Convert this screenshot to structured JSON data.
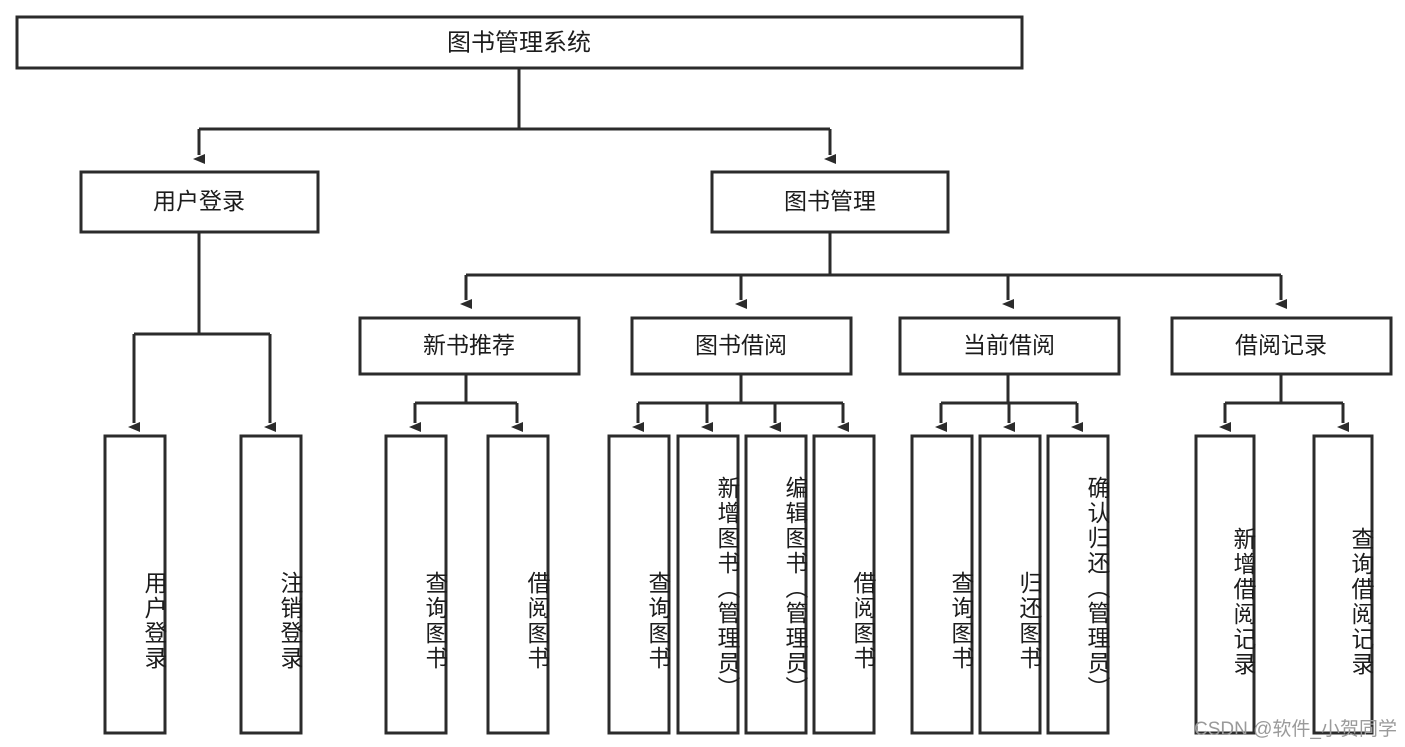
{
  "diagram": {
    "type": "tree-hierarchy",
    "title": "图书管理系统",
    "root": {
      "id": "root",
      "label": "图书管理系统",
      "orientation": "horizontal"
    },
    "level2": [
      {
        "id": "user-login",
        "label": "用户登录",
        "orientation": "horizontal"
      },
      {
        "id": "book-manage",
        "label": "图书管理",
        "orientation": "horizontal"
      }
    ],
    "level3": [
      {
        "id": "new-book-recommend",
        "label": "新书推荐",
        "orientation": "horizontal",
        "parent": "book-manage"
      },
      {
        "id": "book-borrow",
        "label": "图书借阅",
        "orientation": "horizontal",
        "parent": "book-manage"
      },
      {
        "id": "current-borrow",
        "label": "当前借阅",
        "orientation": "horizontal",
        "parent": "book-manage"
      },
      {
        "id": "borrow-record",
        "label": "借阅记录",
        "orientation": "horizontal",
        "parent": "book-manage"
      }
    ],
    "leaves": [
      {
        "id": "leaf-user-login",
        "label": "用户登录",
        "parent": "user-login",
        "orientation": "vertical"
      },
      {
        "id": "leaf-user-logout",
        "label": "注销登录",
        "parent": "user-login",
        "orientation": "vertical"
      },
      {
        "id": "leaf-query-book-1",
        "label": "查询图书",
        "parent": "new-book-recommend",
        "orientation": "vertical"
      },
      {
        "id": "leaf-borrow-book-1",
        "label": "借阅图书",
        "parent": "new-book-recommend",
        "orientation": "vertical"
      },
      {
        "id": "leaf-query-book-2",
        "label": "查询图书",
        "parent": "book-borrow",
        "orientation": "vertical"
      },
      {
        "id": "leaf-add-book",
        "label": "新增图书（管理员）",
        "parent": "book-borrow",
        "orientation": "vertical"
      },
      {
        "id": "leaf-edit-book",
        "label": "编辑图书（管理员）",
        "parent": "book-borrow",
        "orientation": "vertical"
      },
      {
        "id": "leaf-borrow-book-2",
        "label": "借阅图书",
        "parent": "book-borrow",
        "orientation": "vertical"
      },
      {
        "id": "leaf-query-book-3",
        "label": "查询图书",
        "parent": "current-borrow",
        "orientation": "vertical"
      },
      {
        "id": "leaf-return-book",
        "label": "归还图书",
        "parent": "current-borrow",
        "orientation": "vertical"
      },
      {
        "id": "leaf-confirm-return",
        "label": "确认归还（管理员）",
        "parent": "current-borrow",
        "orientation": "vertical"
      },
      {
        "id": "leaf-add-record",
        "label": "新增借阅记录",
        "parent": "borrow-record",
        "orientation": "vertical"
      },
      {
        "id": "leaf-query-record",
        "label": "查询借阅记录",
        "parent": "borrow-record",
        "orientation": "vertical"
      }
    ],
    "colors": {
      "stroke": "#2b2b2b",
      "fill": "#ffffff",
      "text": "#1c1c1c",
      "watermark": "#9a9a9a"
    }
  },
  "watermark": {
    "text": "CSDN @软件_小贺同学"
  }
}
